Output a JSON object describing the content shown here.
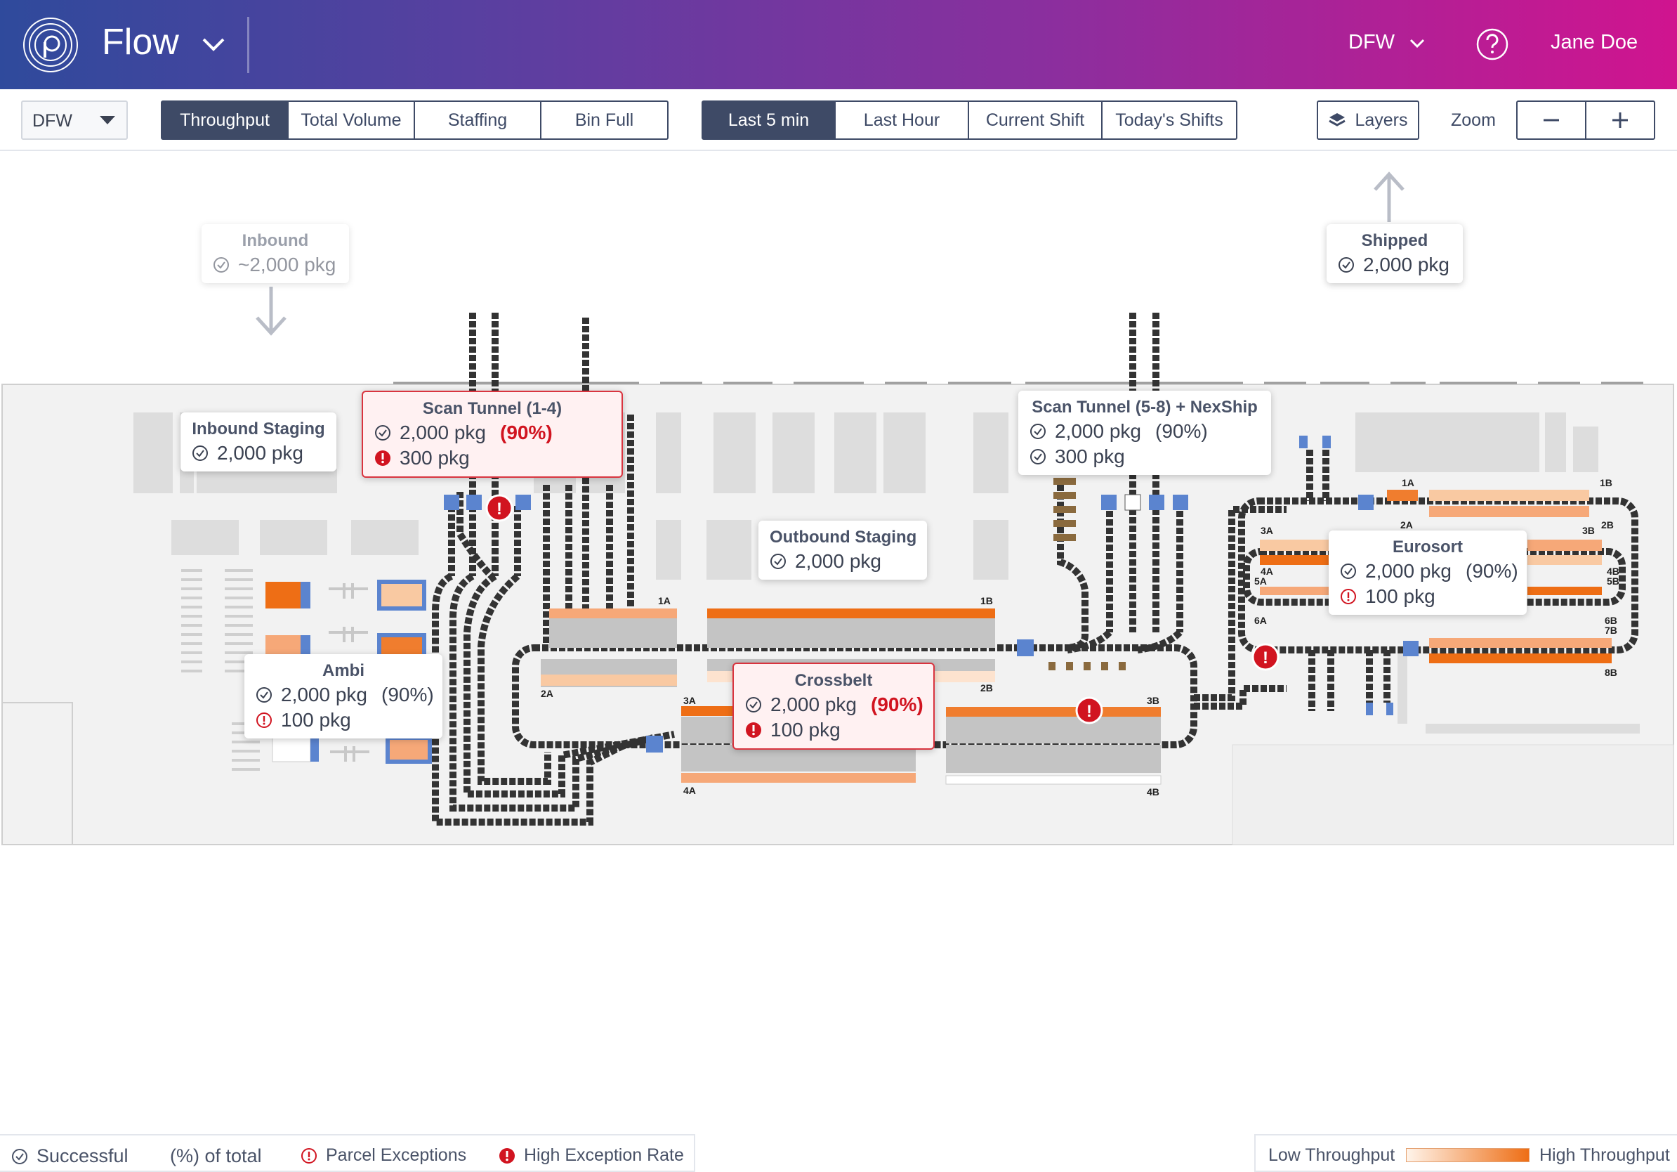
{
  "header": {
    "app_name": "Flow",
    "site": "DFW",
    "user": "Jane Doe"
  },
  "toolbar": {
    "site_select": "DFW",
    "metrics": [
      "Throughput",
      "Total Volume",
      "Staffing",
      "Bin Full"
    ],
    "metric_selected": "Throughput",
    "time_ranges": [
      "Last 5 min",
      "Last Hour",
      "Current Shift",
      "Today's Shifts"
    ],
    "time_selected": "Last 5 min",
    "layers_label": "Layers",
    "zoom_label": "Zoom"
  },
  "cards": {
    "inbound": {
      "title": "Inbound",
      "volume": "~2,000 pkg"
    },
    "shipped": {
      "title": "Shipped",
      "volume": "2,000 pkg"
    },
    "inbound_staging": {
      "title": "Inbound Staging",
      "volume": "2,000 pkg"
    },
    "scan_tunnel_1_4": {
      "title": "Scan Tunnel (1-4)",
      "volume": "2,000 pkg",
      "pct": "(90%)",
      "exceptions": "300 pkg"
    },
    "scan_tunnel_5_8": {
      "title": "Scan Tunnel (5-8) + NexShip",
      "volume": "2,000 pkg",
      "pct": "(90%)",
      "second": "300 pkg"
    },
    "outbound_staging": {
      "title": "Outbound Staging",
      "volume": "2,000 pkg"
    },
    "eurosort": {
      "title": "Eurosort",
      "volume": "2,000 pkg",
      "pct": "(90%)",
      "exceptions": "100 pkg"
    },
    "ambi": {
      "title": "Ambi",
      "volume": "2,000 pkg",
      "pct": "(90%)",
      "exceptions": "100 pkg"
    },
    "crossbelt": {
      "title": "Crossbelt",
      "volume": "2,000 pkg",
      "pct": "(90%)",
      "exceptions": "100 pkg"
    }
  },
  "chute_labels": {
    "crossbelt": [
      "1A",
      "1B",
      "2A",
      "2B",
      "3A",
      "3B",
      "4A",
      "4B"
    ],
    "eurosort": [
      "1A",
      "1B",
      "2A",
      "2B",
      "3A",
      "3B",
      "4A",
      "4B",
      "5A",
      "5B",
      "6A",
      "6B",
      "7B",
      "8B"
    ]
  },
  "legend": {
    "successful": "Successful",
    "pct_total": "(%) of total",
    "parcel_exceptions": "Parcel Exceptions",
    "high_exception_rate": "High Exception Rate",
    "low_throughput": "Low Throughput",
    "high_throughput": "High Throughput"
  },
  "colors": {
    "header_start": "#2f4a9c",
    "header_end": "#d0148f",
    "active_button": "#3e4a66",
    "alert_red": "#d11420",
    "high_throughput": "#ee6e15",
    "low_throughput": "#fbc9a2",
    "scanner_blue": "#5b84cf",
    "conveyor": "#333333"
  }
}
